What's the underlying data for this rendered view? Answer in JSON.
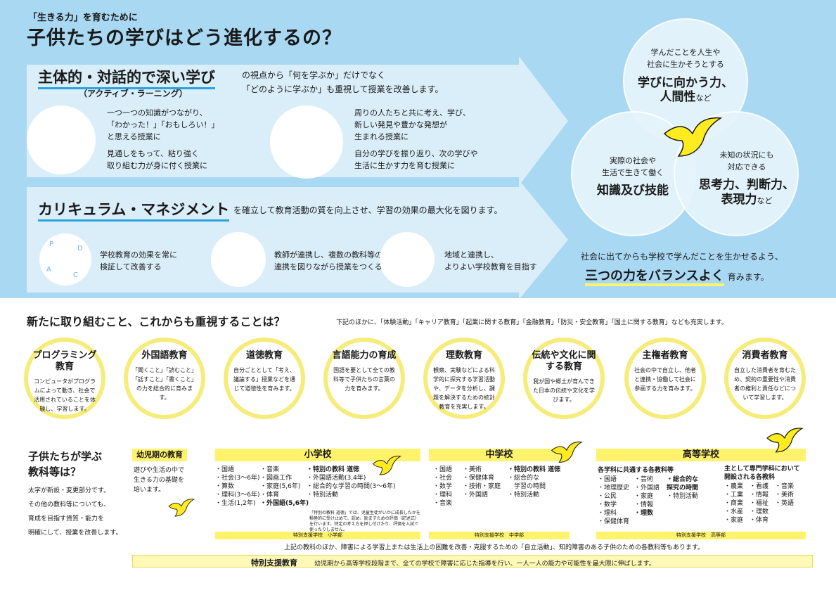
{
  "header": {
    "kicker": "「生きる力」を育むために",
    "title": "子供たちの学びはどう進化するの？"
  },
  "active": {
    "heading": "主体的・対話的で深い学び",
    "sub": "（アクティブ・ラーニング）",
    "desc1": "の視点から「何を学ぶか」だけでなく",
    "desc2": "「どのように学ぶか」も重視して授業を改善します。",
    "p1": [
      "一つ一つの知識がつながり、",
      "「わかった！」「おもしろい！」",
      "と思える授業に"
    ],
    "p2": [
      "見通しをもって、粘り強く",
      "取り組む力が身に付く授業に"
    ],
    "p3": [
      "周りの人たちと共に考え、学び、",
      "新しい発見や豊かな発想が",
      "生まれる授業に"
    ],
    "p4": [
      "自分の学びを振り返り、次の学びや",
      "生活に生かす力を育む授業に"
    ]
  },
  "curriculum": {
    "heading": "カリキュラム・マネジメント",
    "desc": "を確立して教育活動の質を向上させ、学習の効果の最大化を図ります。",
    "i1": [
      "学校教育の効果を常に",
      "検証して改善する"
    ],
    "i2": [
      "教師が連携し、複数の教科等の",
      "連携を図りながら授業をつくる"
    ],
    "i3": [
      "地域と連携し、",
      "よりよい学校教育を目指す"
    ],
    "pdca": [
      "P",
      "D",
      "C",
      "A"
    ]
  },
  "venn": {
    "top_small": [
      "学んだことを人生や",
      "社会に生かそうとする"
    ],
    "top_big1": "学びに向かう力、",
    "top_big2": "人間性",
    "top_suffix": "など",
    "left_small": [
      "実際の社会や",
      "生活で生きて働く"
    ],
    "left_big": "知識及び技能",
    "right_small": [
      "未知の状況にも",
      "対応できる"
    ],
    "right_big1": "思考力、判断力、",
    "right_big2": "表現力",
    "right_suffix": "など",
    "footer1": "社会に出てからも学校で学んだことを生かせるよう、",
    "footer2": "三つの力をバランスよく",
    "footer2_suffix": "育みます。"
  },
  "new": {
    "heading": "新たに取り組むこと、これからも重視することは？",
    "note": "下記のほかに、「体験活動」「キャリア教育」「起業に関する教育」「金融教育」「防災・安全教育」「国土に関する教育」なども充実します。",
    "items": [
      {
        "title": "プログラミング教育",
        "desc": "コンピュータがプログラムによって動き、社会で活用されていることを体験し、学習します。"
      },
      {
        "title": "外国語教育",
        "desc": "「聞くこと」「読むこと」「話すこと」「書くこと」の力を総合的に育みます。"
      },
      {
        "title": "道徳教育",
        "desc": "自分ごととして「考え、議論する」授業などを通じて道徳性を育みます。"
      },
      {
        "title": "言語能力の育成",
        "desc": "国語を要として全ての教科等で子供たちの言葉の力を育みます。"
      },
      {
        "title": "理数教育",
        "desc": "観察、実験などによる科学的に探究する学習活動や、データを分析し、課題を解決するための統計教育を充実します。"
      },
      {
        "title": "伝統や文化に関する教育",
        "desc": "我が国や郷土が育んできた日本の伝統や文化を学びます。"
      },
      {
        "title": "主権者教育",
        "desc": "社会の中で自立し、他者と連携・協働して社会に参画する力を育みます。"
      },
      {
        "title": "消費者教育",
        "desc": "自立した消費者を育むため、契約の重要性や消費者の権利と責任などについて学習します。"
      }
    ]
  },
  "subjects": {
    "heading1": "子供たちが学ぶ",
    "heading2": "教科等は？",
    "notes": [
      "太字が新設・変更部分です。",
      "その他の教科等についても、",
      "育成を目指す資質・能力を",
      "明確にして、授業を改善します。"
    ],
    "kinder_title": "幼児期の教育",
    "kinder_desc": [
      "遊びや生活の中で",
      "生きる力の基礎を",
      "培います。"
    ],
    "elem_title": "小学校",
    "elem_col1": [
      "・国語",
      "・社会(3〜6年)",
      "・算数",
      "・理科(3〜6年)",
      "・生活(1,2年)"
    ],
    "elem_col2": [
      "・音楽",
      "・図画工作",
      "・家庭(5,6年)",
      "・体育",
      "・外国語(5,6年)"
    ],
    "elem_col3": [
      "・特別の教科 道徳",
      "・外国語活動(3,4年)",
      "・総合的な学習の時間(3〜6年)",
      "・特別活動"
    ],
    "elem_note": "「特別の教科 道徳」では、児童生徒がいかに成長したかを積極的に受け止めて、認め、励ますための評価（記述式）を行います。特定の考え方を押し付けたり、評価を入試で使ったりしません。",
    "jh_title": "中学校",
    "jh_col1": [
      "・国語",
      "・社会",
      "・数学",
      "・理科",
      "・音楽"
    ],
    "jh_col2": [
      "・美術",
      "・保健体育",
      "・技術・家庭",
      "・外国語"
    ],
    "jh_col3": [
      "・特別の教科 道徳",
      "・総合的な",
      "　学習の時間",
      "・特別活動"
    ],
    "hs_title": "高等学校",
    "hs_common": "各学科に共通する各教科等",
    "hs_col1": [
      "・国語",
      "・地理歴史",
      "・公民",
      "・数学",
      "・理科",
      "・保健体育"
    ],
    "hs_col2": [
      "・芸術",
      "・外国語",
      "・家庭",
      "・情報",
      "・理数"
    ],
    "hs_col3": [
      "・総合的な",
      "探究の時間",
      "・特別活動"
    ],
    "hs_spec": "主として専門学科において開設される各教科",
    "hs_spec1": [
      "・農業",
      "・工業",
      "・商業",
      "・水産",
      "・家庭"
    ],
    "hs_spec2": [
      "・看護",
      "・情報",
      "・福祉",
      "・理数",
      "・体育"
    ],
    "hs_spec3": [
      "・音楽",
      "・美術",
      "・英語"
    ],
    "sn_elem": "特別支援学校　小学部",
    "sn_jh": "特別支援学校　中学部",
    "sn_hs": "特別支援学校　高等部",
    "footer_note": "上記の教科のほか、障害による学習上または生活上の困難を改善・克服するための「自立活動」、知的障害のある子供のための各教科等もあります。",
    "special_title": "特別支援教育",
    "special_desc": "幼児期から高等学校段階まで、全ての学校で障害に応じた指導を行い、一人一人の能力や可能性を最大限に伸ばします。"
  },
  "colors": {
    "sky": "#a9d8f3",
    "yellow": "#fff36b",
    "accent_blue": "#2aa2e0"
  }
}
